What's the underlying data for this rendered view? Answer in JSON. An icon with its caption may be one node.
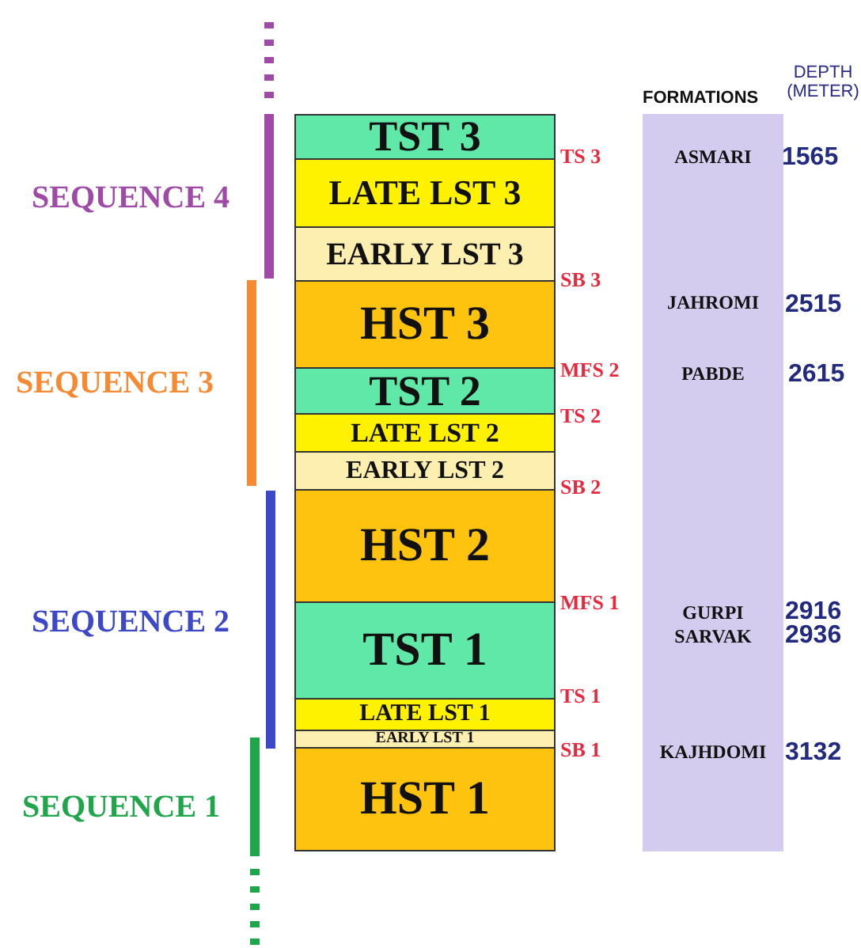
{
  "diagram": {
    "nodes": [
      {
        "text": [
          "TST 3"
        ]
      },
      {
        "text": [
          "LATE LST 3"
        ]
      },
      {
        "text": [
          "EARLY LST 3"
        ]
      },
      {
        "text": [
          "HST 3"
        ]
      },
      {
        "text": [
          "TST 2"
        ]
      },
      {
        "text": [
          "LATE LST 2"
        ]
      },
      {
        "text": [
          "EARLY LST 2"
        ]
      },
      {
        "text": [
          "HST 2"
        ]
      },
      {
        "text": [
          "TST 1"
        ]
      },
      {
        "text": [
          "LATE LST 1"
        ]
      },
      {
        "text": [
          "EARLY LST 1"
        ]
      },
      {
        "text": [
          "HST 1"
        ]
      },
      {
        "text": [
          "ASMARI",
          "JAHROMI",
          "PABDE",
          "GURPI",
          "SARVAK",
          "KAJHDOMI"
        ]
      }
    ],
    "edges": [],
    "labels": [
      "DEPTH (METER)",
      "FORMATIONS",
      "TS 3",
      "1565",
      "SEQUENCE 4",
      "SB 3",
      "2515",
      "MFS 2",
      "2615",
      "SEQUENCE 3",
      "TS 2",
      "SB 2",
      "MFS 1",
      "2916",
      "SEQUENCE 2",
      "2936",
      "TS 1",
      "SB 1",
      "3132",
      "SEQUENCE 1"
    ]
  }
}
